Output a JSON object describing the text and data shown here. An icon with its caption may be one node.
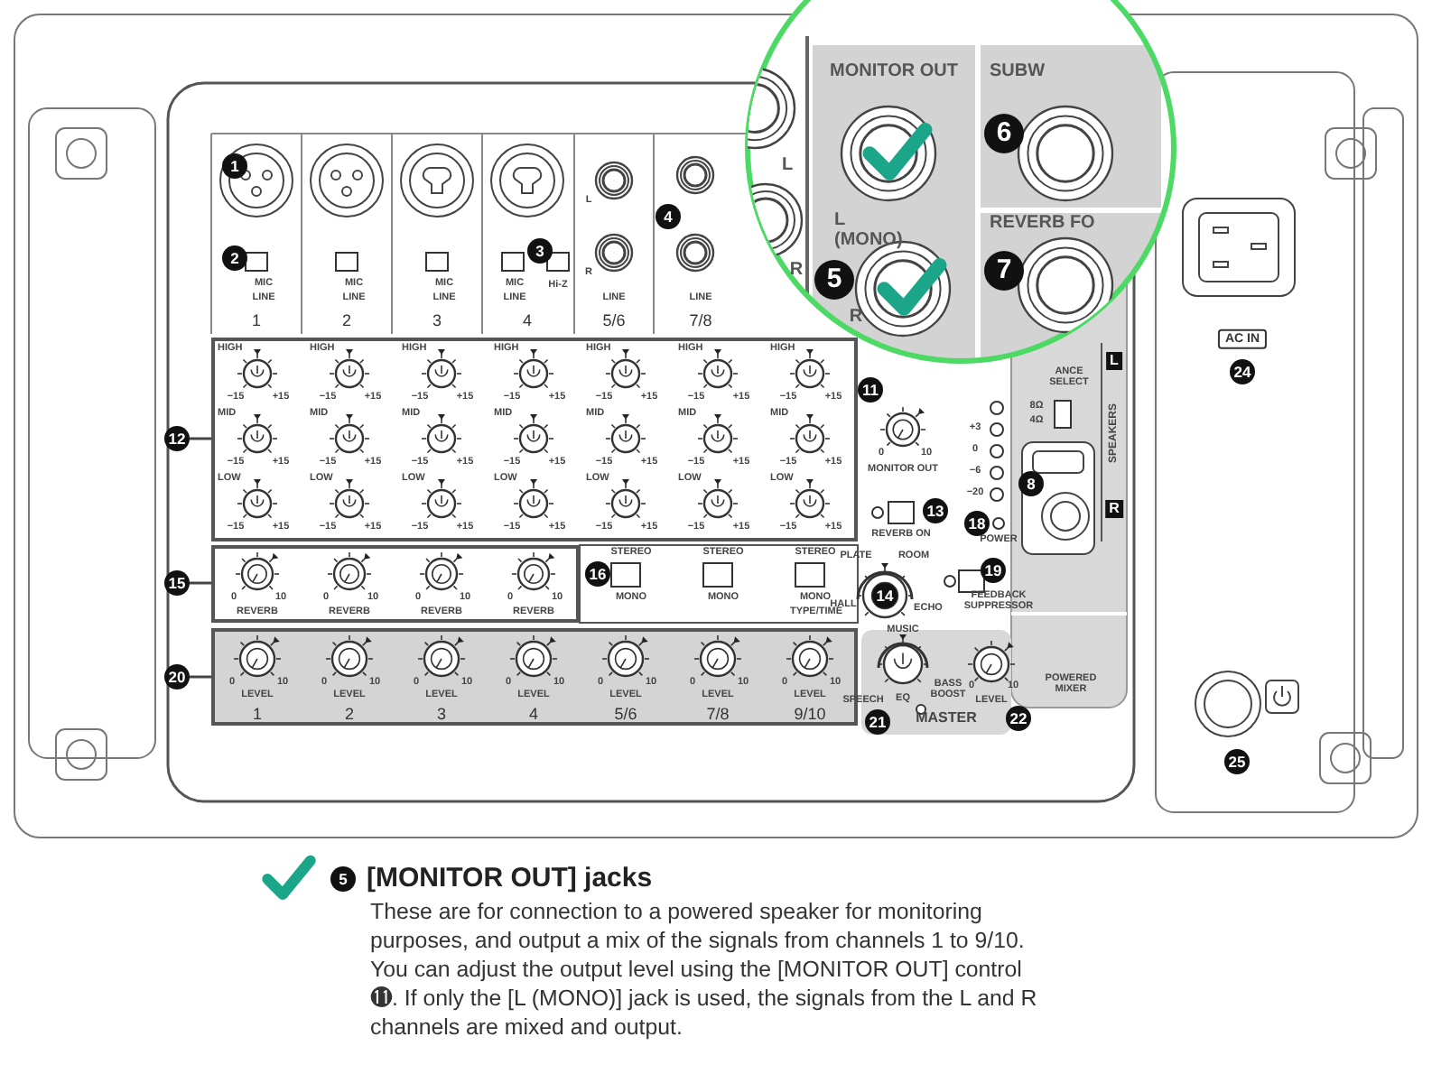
{
  "diagram": {
    "nodes": [
      {
        "text": [
          "1"
        ]
      },
      {
        "text": [
          "2"
        ]
      },
      {
        "text": [
          "3"
        ]
      },
      {
        "text": [
          "4"
        ]
      },
      {
        "text": [
          "5"
        ]
      },
      {
        "text": [
          "6"
        ]
      },
      {
        "text": [
          "7"
        ]
      },
      {
        "text": [
          "12"
        ]
      },
      {
        "text": [],
        "shape": "box"
      },
      {
        "text": [
          "15"
        ]
      },
      {
        "text": [],
        "shape": "box"
      },
      {
        "text": [
          "16"
        ]
      },
      {
        "text": [
          "20"
        ]
      },
      {
        "text": [],
        "shape": "box"
      },
      {
        "text": [
          "11"
        ]
      },
      {
        "text": [
          "13"
        ]
      },
      {
        "text": [
          "18"
        ]
      },
      {
        "text": [
          "14"
        ]
      },
      {
        "text": [
          "19"
        ]
      },
      {
        "text": [
          "21"
        ]
      },
      {
        "text": [
          "22"
        ]
      },
      {
        "text": [
          "8"
        ]
      },
      {
        "text": [
          "24"
        ]
      },
      {
        "text": [
          "25"
        ]
      },
      {
        "text": [
          "5"
        ]
      }
    ],
    "edges": [
      {
        "from": 7,
        "to": 8,
        "arrow": "none"
      },
      {
        "from": 9,
        "to": 10,
        "arrow": "none"
      },
      {
        "from": 12,
        "to": 13,
        "arrow": "none"
      }
    ],
    "labels": [
      "MIC",
      "LINE",
      "1",
      "MIC",
      "LINE",
      "2",
      "MIC",
      "LINE",
      "3",
      "MIC",
      "LINE",
      "Hi-Z",
      "4",
      "L",
      "R",
      "LINE",
      "5/6",
      "LINE",
      "7/8",
      "MONITOR OUT",
      "L (MONO)",
      "R",
      "SUBW",
      "REVERB FO",
      "L",
      "R",
      "HIGH",
      "−15",
      "+15",
      "MID",
      "−15",
      "+15",
      "LOW",
      "−15",
      "+15",
      "HIGH",
      "−15",
      "+15",
      "MID",
      "−15",
      "+15",
      "LOW",
      "−15",
      "+15",
      "HIGH",
      "−15",
      "+15",
      "MID",
      "−15",
      "+15",
      "LOW",
      "−15",
      "+15",
      "HIGH",
      "−15",
      "+15",
      "MID",
      "−15",
      "+15",
      "LOW",
      "−15",
      "+15",
      "HIGH",
      "−15",
      "+15",
      "MID",
      "−15",
      "+15",
      "LOW",
      "−15",
      "+15",
      "HIGH",
      "−15",
      "+15",
      "MID",
      "−15",
      "+15",
      "LOW",
      "−15",
      "+15",
      "HIGH",
      "−15",
      "+15",
      "MID",
      "−15",
      "+15",
      "LOW",
      "−15",
      "+15",
      "0",
      "10",
      "REVERB",
      "0",
      "10",
      "REVERB",
      "0",
      "10",
      "REVERB",
      "0",
      "10",
      "REVERB",
      "STEREO",
      "MONO",
      "STEREO",
      "MONO",
      "STEREO",
      "MONO",
      "TYPE/TIME",
      "0",
      "10",
      "LEVEL",
      "1",
      "0",
      "10",
      "LEVEL",
      "2",
      "0",
      "10",
      "LEVEL",
      "3",
      "0",
      "10",
      "LEVEL",
      "4",
      "0",
      "10",
      "LEVEL",
      "5/6",
      "0",
      "10",
      "LEVEL",
      "7/8",
      "0",
      "10",
      "LEVEL",
      "9/10",
      "0",
      "10",
      "MONITOR OUT",
      "+3",
      "0",
      "−6",
      "−20",
      "REVERB ON",
      "POWER",
      "PLATE",
      "ROOM",
      "HALL",
      "ECHO",
      "FEEDBACK SUPPRESSOR",
      "MUSIC",
      "SPEECH",
      "BASS BOOST",
      "EQ",
      "0",
      "10",
      "LEVEL",
      "MASTER",
      "ANCE SELECT",
      "8Ω",
      "4Ω",
      "L",
      "SPEAKERS",
      "R",
      "POWERED MIXER",
      "AC IN",
      "[MONITOR OUT] jacks",
      "These are for connection to a powered speaker for monitoring purposes, and output a mix of the signals from channels 1 to 9/10. You can adjust the output level using the [MONITOR OUT] control ⓫. If only the [L (MONO)] jack is used, the signals from the L and R channels are mixed and output."
    ]
  }
}
